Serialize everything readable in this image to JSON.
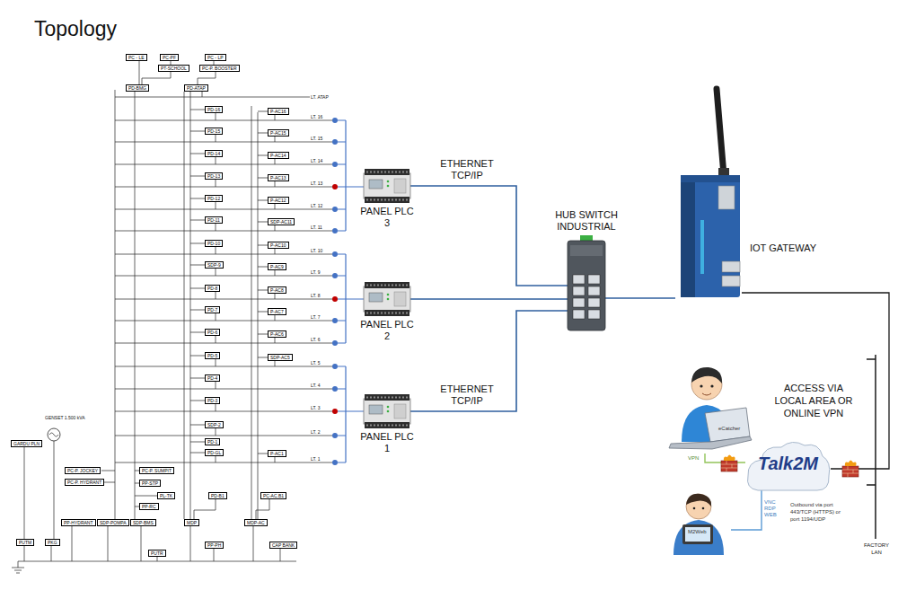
{
  "diagram": {
    "title": "Topology",
    "nodes": [
      {
        "text": [
          "PC - LE"
        ]
      },
      {
        "text": [
          "PC-PF"
        ]
      },
      {
        "text": [
          "PC - LP"
        ]
      },
      {
        "text": [
          "PT-SCHOOL"
        ]
      },
      {
        "text": [
          "PC-P. BOOSTER"
        ]
      },
      {
        "text": [
          "PD-BMG"
        ]
      },
      {
        "text": [
          "PD-ATAP"
        ]
      },
      {
        "text": [
          "PD-16"
        ]
      },
      {
        "text": [
          "P-AC16"
        ]
      },
      {
        "text": [
          "PD-15"
        ]
      },
      {
        "text": [
          "P-AC15"
        ]
      },
      {
        "text": [
          "PD-14"
        ]
      },
      {
        "text": [
          "P-AC14"
        ]
      },
      {
        "text": [
          "PD-13"
        ]
      },
      {
        "text": [
          "P-AC13"
        ]
      },
      {
        "text": [
          "PD-12"
        ]
      },
      {
        "text": [
          "P-AC12"
        ]
      },
      {
        "text": [
          "PD-11"
        ]
      },
      {
        "text": [
          "SDP-AC11"
        ]
      },
      {
        "text": [
          "PD-10"
        ]
      },
      {
        "text": [
          "P-AC10"
        ]
      },
      {
        "text": [
          "SDP-9"
        ]
      },
      {
        "text": [
          "P-AC9"
        ]
      },
      {
        "text": [
          "PD-8"
        ]
      },
      {
        "text": [
          "P-AC8"
        ]
      },
      {
        "text": [
          "PD-7"
        ]
      },
      {
        "text": [
          "P-AC7"
        ]
      },
      {
        "text": [
          "PD-6"
        ]
      },
      {
        "text": [
          "P-AC6"
        ]
      },
      {
        "text": [
          "PD-5"
        ]
      },
      {
        "text": [
          "SDP-AC5"
        ]
      },
      {
        "text": [
          "PD-4"
        ]
      },
      {
        "text": [
          "PD-3"
        ]
      },
      {
        "text": [
          "SDP-2"
        ]
      },
      {
        "text": [
          "PD-1"
        ]
      },
      {
        "text": [
          "PD-GL"
        ]
      },
      {
        "text": [
          "P-AC1"
        ]
      },
      {
        "text": [
          "GARDU PLN"
        ]
      },
      {
        "text": [
          "PC-P. JOCKEY"
        ]
      },
      {
        "text": [
          "PC-P. SUMPIT"
        ]
      },
      {
        "text": [
          "PC-P. HYDRANT"
        ]
      },
      {
        "text": [
          "PP-STP"
        ]
      },
      {
        "text": [
          "PL-TK"
        ]
      },
      {
        "text": [
          "PP-RC"
        ]
      },
      {
        "text": [
          "PD-B1"
        ]
      },
      {
        "text": [
          "PC-AC.B1"
        ]
      },
      {
        "text": [
          "PP-HYDRANT"
        ]
      },
      {
        "text": [
          "SDP-POMPA"
        ]
      },
      {
        "text": [
          "SDP-BMS"
        ]
      },
      {
        "text": [
          "MDP"
        ]
      },
      {
        "text": [
          "MDP-AC"
        ]
      },
      {
        "text": [
          "PUTM"
        ]
      },
      {
        "text": [
          "PKG"
        ]
      },
      {
        "text": [
          "PP-PH"
        ]
      },
      {
        "text": [
          "CAP BANK"
        ]
      },
      {
        "text": [
          "PUTR"
        ]
      },
      {
        "text": [
          "PANEL PLC 3"
        ]
      },
      {
        "text": [
          "PANEL PLC 2"
        ]
      },
      {
        "text": [
          "PANEL PLC 1"
        ]
      },
      {
        "text": [
          "HUB SWITCH INDUSTRIAL"
        ]
      },
      {
        "text": [
          "IOT GATEWAY"
        ]
      },
      {
        "text": [
          "eCatcher"
        ]
      },
      {
        "text": [
          "Talk2M"
        ]
      },
      {
        "text": [
          "M2Web"
        ]
      }
    ],
    "edges": [
      {
        "from": 56,
        "to": 59,
        "label": "ETHERNET TCP/IP",
        "arrow": "none"
      },
      {
        "from": 57,
        "to": 59,
        "arrow": "none"
      },
      {
        "from": 58,
        "to": 59,
        "label": "ETHERNET TCP/IP",
        "arrow": "none"
      },
      {
        "from": 59,
        "to": 60,
        "arrow": "none"
      },
      {
        "from": 60,
        "to": 62,
        "arrow": "none"
      },
      {
        "from": 61,
        "to": 62,
        "label": "VPN",
        "arrow": "none"
      },
      {
        "from": 63,
        "to": 62,
        "label": "VNC RDP WEB",
        "arrow": "none"
      }
    ],
    "labels": [
      "LT. ATAP",
      "LT. 16",
      "LT. 15",
      "LT. 14",
      "LT. 13",
      "LT. 12",
      "LT. 11",
      "LT. 10",
      "LT. 9",
      "LT. 8",
      "LT. 7",
      "LT. 6",
      "LT. 5",
      "LT. 4",
      "LT. 3",
      "LT. 2",
      "LT. 1",
      "GENSET 1.500 kVA",
      "ACCESS VIA LOCAL AREA OR ONLINE VPN",
      "Outbound via port 443/TCP (HTTPS) or port 1194/UDP",
      "FACTORY LAN"
    ]
  }
}
